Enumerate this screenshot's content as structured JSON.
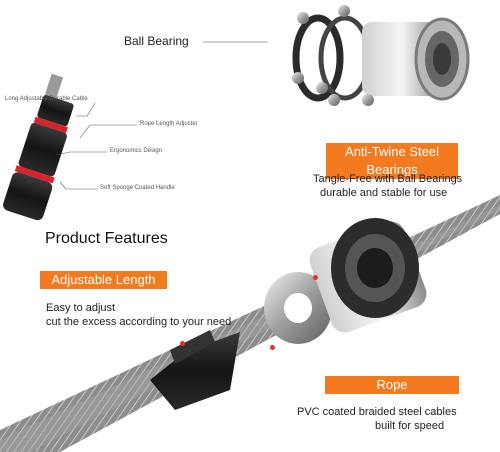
{
  "labels": {
    "ball_bearing": "Ball Bearing",
    "long_cable": "Long Adjustable Durable Cable",
    "rope_length_adjuster": "Rope Length Adjuster",
    "ergonomics_design": "Ergonomics Design",
    "soft_sponge_handle": "Soft Sponge Coated Handle"
  },
  "sections": {
    "product_features": "Product Features",
    "anti_twine": {
      "title": "Anti-Twine Steel Bearings",
      "line1": "Tangle-Free with Ball Bearings",
      "line2": "durable and stable for use"
    },
    "adjustable_length": {
      "title": "Adjustable Length",
      "line1": "Easy to adjust",
      "line2": "cut the excess according to your need"
    },
    "rope": {
      "title": "Rope",
      "line1": "PVC coated braided steel cables",
      "line2": "built for speed"
    }
  },
  "colors": {
    "accent": "#f47a20",
    "marker": "#e23030",
    "handle_red": "#d8232a"
  }
}
